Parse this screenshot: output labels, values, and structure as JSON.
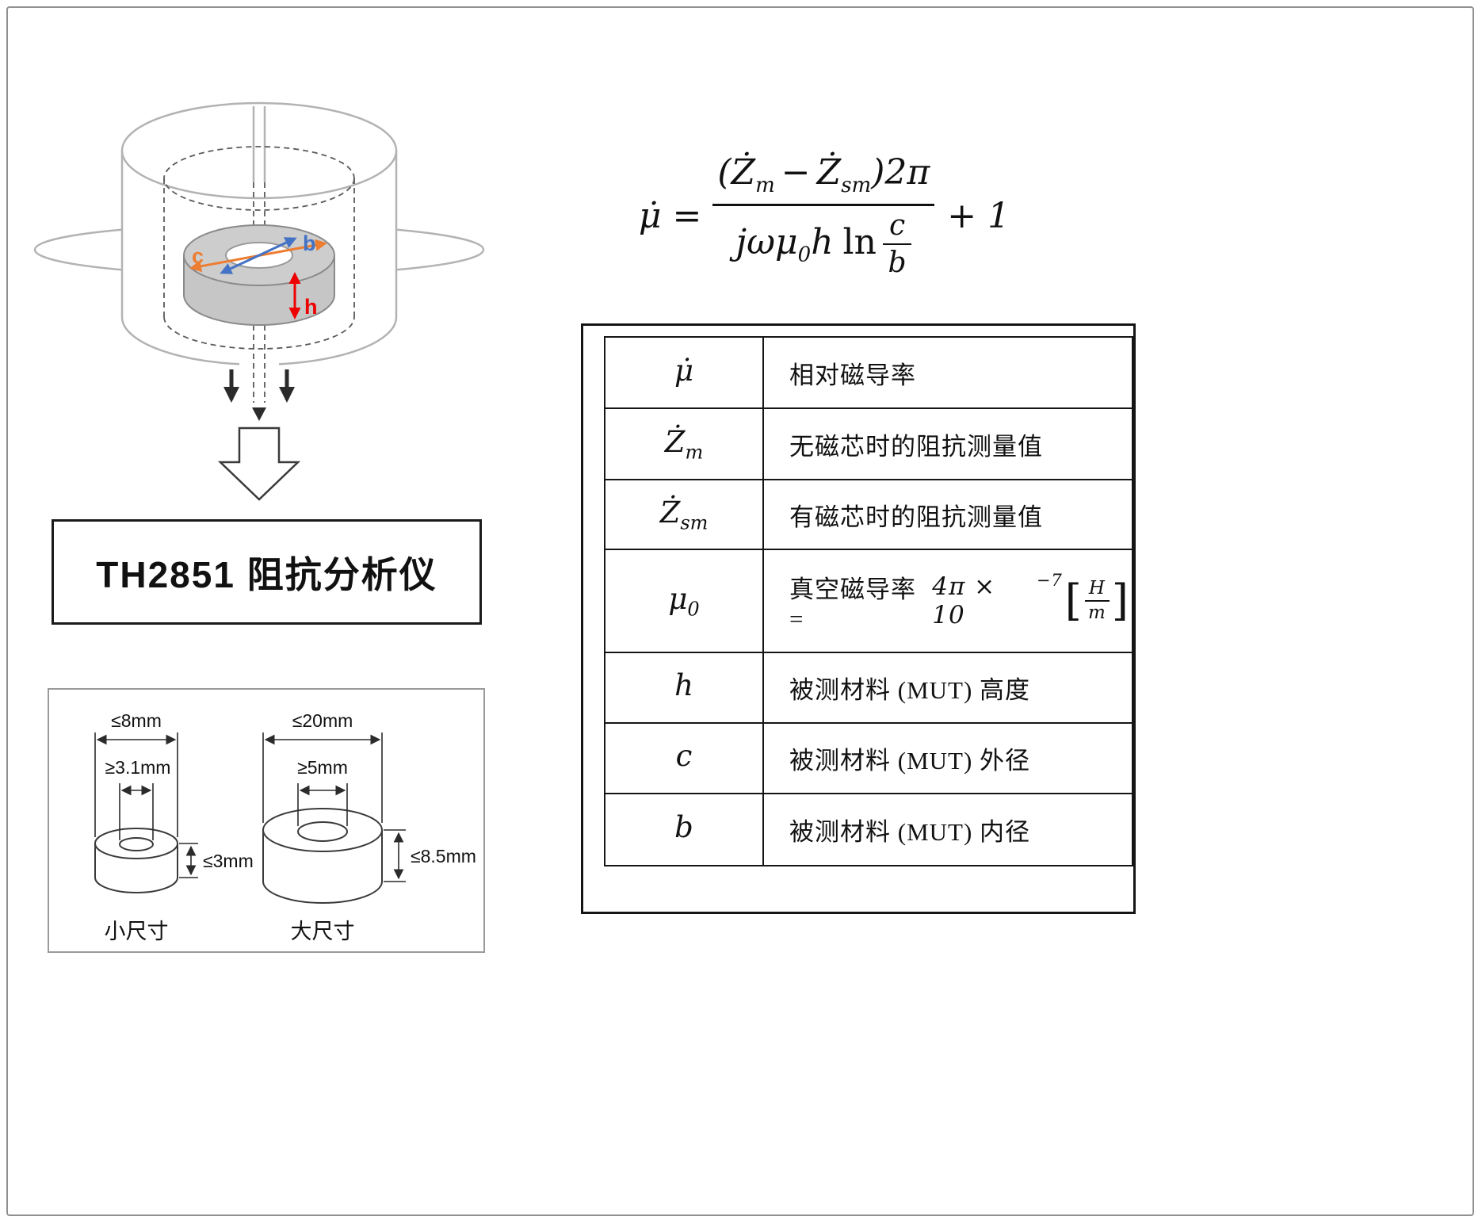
{
  "page": {
    "background": "#ffffff",
    "frame_color": "#909090"
  },
  "fixture": {
    "label_c": "c",
    "label_b": "b",
    "label_h": "h",
    "color_c": "#ed7d31",
    "color_b": "#4472c4",
    "color_h": "#ee0000"
  },
  "analyzer": {
    "label": "TH2851 阻抗分析仪"
  },
  "size_diagram": {
    "small": {
      "outer": "≤8mm",
      "inner": "≥3.1mm",
      "height": "≤3mm",
      "caption": "小尺寸"
    },
    "large": {
      "outer": "≤20mm",
      "inner": "≥5mm",
      "height": "≤8.5mm",
      "caption": "大尺寸"
    }
  },
  "formula": {
    "mu_dot": "μ̇",
    "equals": "=",
    "num_open": "(",
    "Z_m": "Ż",
    "sub_m": "m",
    "minus": "−",
    "Z_sm": "Ż",
    "sub_sm": "sm",
    "num_close": ")2π",
    "den_jw": "jω",
    "den_mu": "μ",
    "den_mu_sub": "0",
    "den_h": "h",
    "den_ln": "ln",
    "frac_c": "c",
    "frac_b": "b",
    "plus_one": "+ 1"
  },
  "table": {
    "rows": [
      {
        "sym": "μ̇",
        "sub": "",
        "desc": "相对磁导率"
      },
      {
        "sym": "Ż",
        "sub": "m",
        "desc": "无磁芯时的阻抗测量值"
      },
      {
        "sym": "Ż",
        "sub": "sm",
        "desc": "有磁芯时的阻抗测量值"
      },
      {
        "sym": "μ",
        "sub": "0",
        "desc_text": "真空磁导率=",
        "desc_math": "4π × 10",
        "desc_exp": "−7",
        "bracket_open": "[",
        "bracket_close": "]",
        "unit_num": "H",
        "unit_den": "m"
      },
      {
        "sym": "h",
        "sub": "",
        "desc": "被测材料 (MUT) 高度"
      },
      {
        "sym": "c",
        "sub": "",
        "desc": "被测材料 (MUT) 外径"
      },
      {
        "sym": "b",
        "sub": "",
        "desc": "被测材料 (MUT) 内径"
      }
    ]
  }
}
